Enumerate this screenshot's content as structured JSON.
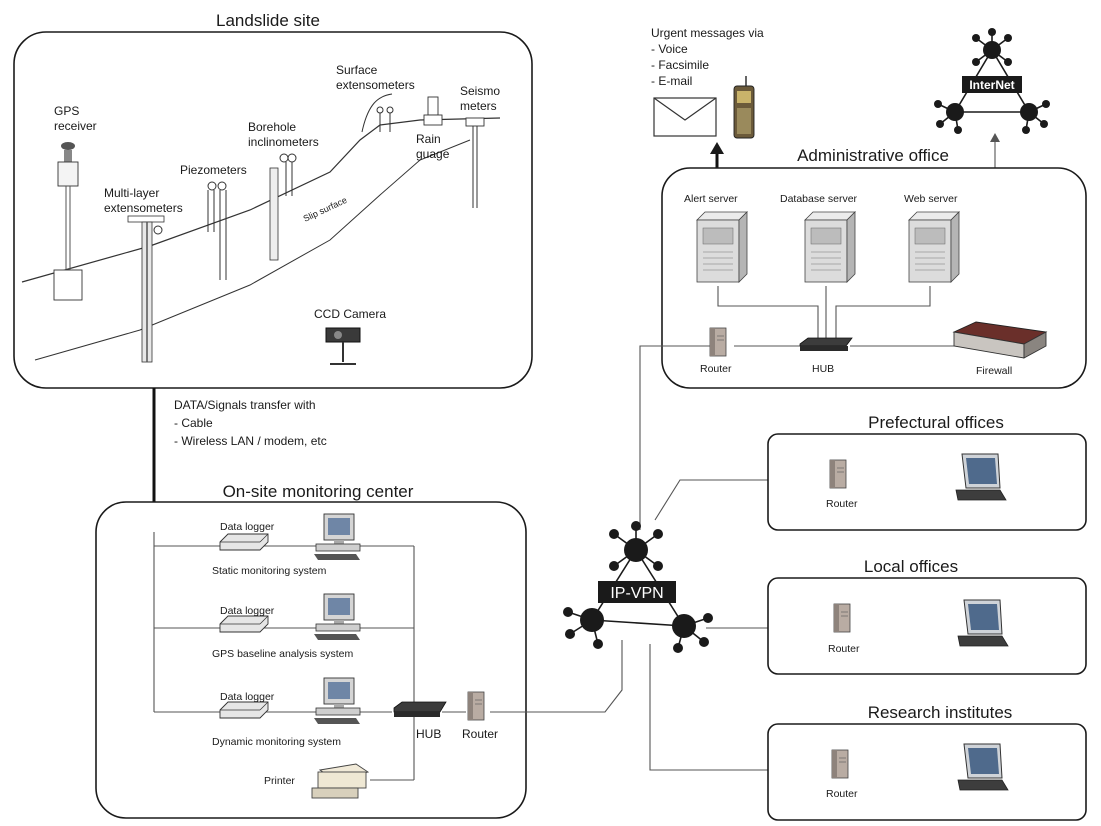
{
  "landslide": {
    "title": "Landslide site",
    "gps": [
      "GPS",
      "receiver"
    ],
    "multilayer": [
      "Multi-layer",
      "extensometers"
    ],
    "piezometers": "Piezometers",
    "borehole": [
      "Borehole",
      "inclinometers"
    ],
    "surface": [
      "Surface",
      "extensometers"
    ],
    "rain": [
      "Rain",
      "guage"
    ],
    "seismo": [
      "Seismo",
      "meters"
    ],
    "slip": "Slip surface",
    "ccd": "CCD Camera"
  },
  "transfer": {
    "lines": [
      "DATA/Signals transfer with",
      "- Cable",
      "- Wireless LAN / modem, etc"
    ]
  },
  "onsite": {
    "title": "On-site monitoring center",
    "systems": [
      {
        "logger": "Data logger",
        "name": "Static monitoring system"
      },
      {
        "logger": "Data logger",
        "name": "GPS baseline analysis system"
      },
      {
        "logger": "Data logger",
        "name": "Dynamic monitoring system"
      }
    ],
    "printer": "Printer",
    "hub": "HUB",
    "router": "Router"
  },
  "urgent": {
    "lines": [
      "Urgent messages via",
      "- Voice",
      "- Facsimile",
      "- E-mail"
    ]
  },
  "internet": {
    "label": "InterNet"
  },
  "admin": {
    "title": "Administrative office",
    "servers": [
      "Alert server",
      "Database server",
      "Web server"
    ],
    "router": "Router",
    "hub": "HUB",
    "firewall": "Firewall"
  },
  "ipvpn": {
    "label": "IP-VPN"
  },
  "offices": [
    {
      "title": "Prefectural offices",
      "router": "Router"
    },
    {
      "title": "Local offices",
      "router": "Router"
    },
    {
      "title": "Research institutes",
      "router": "Router"
    }
  ]
}
